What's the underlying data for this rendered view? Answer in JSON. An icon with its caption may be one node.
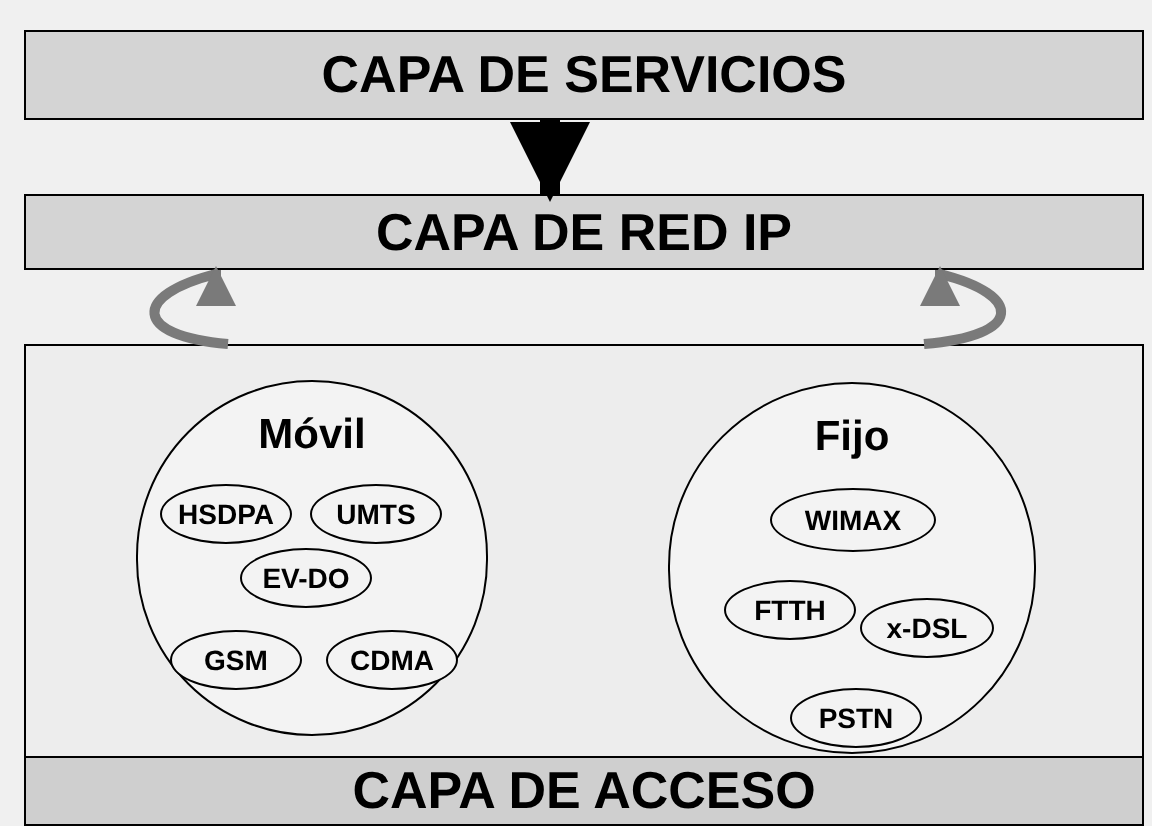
{
  "diagram": {
    "nodes": [
      {
        "text": [
          "CAPA DE SERVICIOS"
        ]
      },
      {
        "text": [
          "CAPA DE RED IP"
        ]
      },
      {
        "text": [
          "CAPA DE ACCESO"
        ]
      },
      {
        "text": [
          "Móvil"
        ],
        "in": 2
      },
      {
        "text": [
          "HSDPA"
        ],
        "in": 3
      },
      {
        "text": [
          "UMTS"
        ],
        "in": 3
      },
      {
        "text": [
          "EV-DO"
        ],
        "in": 3
      },
      {
        "text": [
          "GSM"
        ],
        "in": 3
      },
      {
        "text": [
          "CDMA"
        ],
        "in": 3
      },
      {
        "text": [
          "Fijo"
        ],
        "in": 2
      },
      {
        "text": [
          "WIMAX"
        ],
        "in": 9
      },
      {
        "text": [
          "FTTH"
        ],
        "in": 9
      },
      {
        "text": [
          "x-DSL"
        ],
        "in": 9
      },
      {
        "text": [
          "PSTN"
        ],
        "in": 9
      }
    ],
    "edges": [
      {
        "from": 0,
        "to": 1,
        "arrow": "to",
        "style": "thick",
        "color": "#000000"
      },
      {
        "from": 2,
        "to": 1,
        "arrow": "to"
      },
      {
        "from": 2,
        "to": 1,
        "arrow": "to"
      }
    ]
  }
}
